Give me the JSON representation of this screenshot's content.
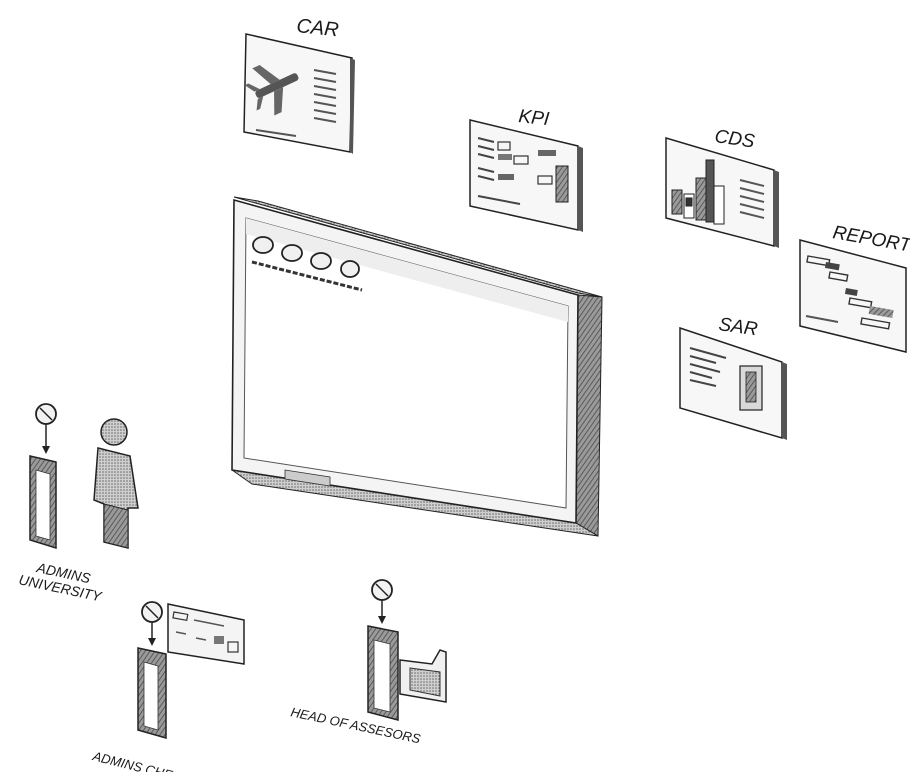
{
  "labels": {
    "car": "CAR",
    "kpi": "KPI",
    "cds": "CDS",
    "report": "REPORT",
    "sar": "SAR",
    "admins_university_line1": "ADMINS",
    "admins_university_line2": "UNIVERSITY",
    "admins_che": "ADMINS CHE",
    "head_of_assesors": "HEAD OF ASSESORS"
  },
  "colors": {
    "outline": "#222222",
    "gray_dark": "#555555",
    "gray_mid": "#8a8a8a",
    "gray_light": "#d4d4d4",
    "background": "#ffffff"
  }
}
